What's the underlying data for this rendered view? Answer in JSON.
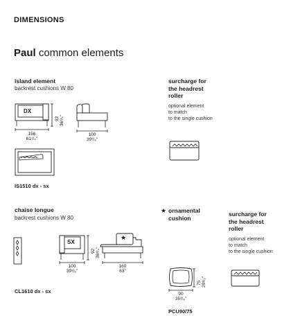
{
  "header": {
    "title": "DIMENSIONS"
  },
  "section": {
    "title_bold": "Paul",
    "title_rest": "common elements"
  },
  "island": {
    "title": "island element",
    "subtitle": "backrest cushions W 80",
    "dims": {
      "w1": "156",
      "w1_in": "61¹/₄\"",
      "h1": "92",
      "h1_in": "36¹/₄\"",
      "w2": "100",
      "w2_in": "39³/₈\""
    },
    "badge": "DX",
    "code": "IS1510 dx - sx"
  },
  "headrest1": {
    "title_lines": [
      "surcharge for",
      "the headrest",
      "roller"
    ],
    "notes": [
      "optional element",
      "to match",
      "to the single cushion"
    ]
  },
  "chaise": {
    "title": "chaise longue",
    "subtitle": "backrest cushions W 80",
    "badge": "SX",
    "dims": {
      "w1": "100",
      "w1_in": "39³/₈\"",
      "h1": "92",
      "h1_in": "36¹/₄\"",
      "w2": "160",
      "w2_in": "63\""
    },
    "code": "CL1610 dx - sx"
  },
  "ornamental": {
    "star": "★",
    "title_lines": [
      "ornamental",
      "cushion"
    ],
    "dims": {
      "w": "90",
      "w_in": "35³/₈\"",
      "h": "75",
      "h_in": "29¹/₂\""
    },
    "code": "PCU90/75"
  },
  "headrest2": {
    "title_lines": [
      "surcharge for",
      "the headrest",
      "roller"
    ],
    "notes": [
      "optional element",
      "to match",
      "to the single cushion"
    ]
  }
}
